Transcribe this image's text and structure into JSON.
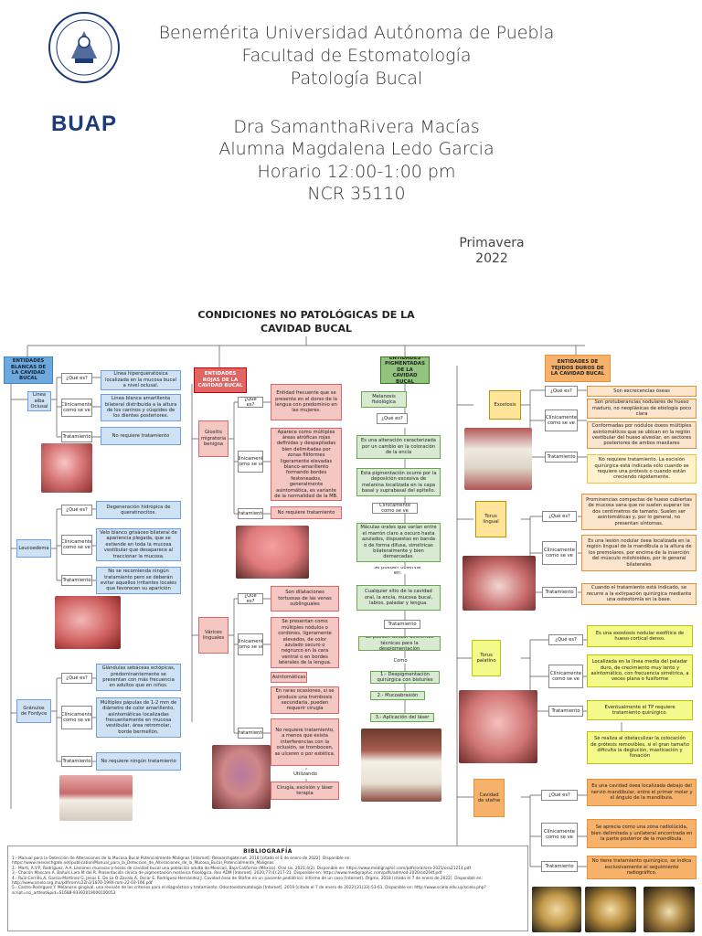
{
  "cover": {
    "logo_word": "BUAP",
    "university": "Benemérita Universidad Autónoma de Puebla",
    "faculty": "Facultad de Estomatología",
    "subject": "Patología Bucal",
    "teacher": "Dra SamanthaRivera Macías",
    "student": "Alumna Magdalena Ledo Garcia",
    "schedule": "Horario 12:00-1:00 pm",
    "ncr": "NCR 35110",
    "season": "Primavera",
    "year": "2022"
  },
  "map": {
    "title_line1": "CONDICIONES NO PATOLÓGICAS DE LA",
    "title_line2": "CAVIDAD BUCAL",
    "q_what": "¿Qué es?",
    "q_clinical": "Clínicamente como se ve",
    "q_treatment": "Tratamiento",
    "blue": {
      "header": "ENTIDADES BLANCAS DE LA CAVIDAD BUCAL",
      "linea_alba": {
        "name": "Línea alba Oclusal",
        "what": "Línea hiperqueratósica localizada en la mucosa bucal a nivel oclusal.",
        "clinical": "Línea blanca amarillenta bilateral distribuida a la altura de los caninos y cúspides de los dientes posteriores.",
        "treatment": "No requiere tratamiento"
      },
      "leucoedema": {
        "name": "Leucoedema",
        "what": "Degeneración hidrópica de queratinocitos.",
        "clinical": "Velo blanco grisáceo bilateral de apariencia plegada, que se extiende en toda la mucosa vestibular que desaparece al traccionar la mucosa.",
        "treatment": "No se recomienda ningún tratamiento pero se deberán evitar aquellos irritantes locales que favorecen su aparición"
      },
      "fordyce": {
        "name": "Gránulos de Fordyce",
        "what": "Glándulas sebáceas ectópicas, predominantemente se presentan con más frecuencia en adultos que en niños.",
        "clinical": "Múltiples pápulas de 1-2 mm de diámetro de color amarillento, asintomáticas localizadas frecuentemente en mucosa vestibular, área retromolar, borde bermellón.",
        "treatment": "No requiere ningún tratamiento"
      }
    },
    "red": {
      "header": "ENTIDADES ROJAS DE LA CAVIDAD BUCAL",
      "glositis": {
        "name": "Glositis migratoria benigna",
        "what": "Entidad frecuente que se presenta en el dorso de la lengua con predominio en las mujeres.",
        "clinical": "Aparece como múltiples áreas atróficas rojas definidas y despapiladas bien delimitadas por zonas filiformes ligeramente elevadas blanco-amarillento formando bordes festoneados, generalmente asintomática, es variante de la normalidad de la MB.",
        "treatment": "No requiere tratamiento"
      },
      "varices": {
        "name": "Várices linguales",
        "what": "Son dilataciones tortuosas de las venas sublinguales",
        "clinical": "Se presentan como múltiples nódulos o cordones, ligeramente elevados, de color azulado oscuro o negruzco en la cara ventral o en bordes laterales de la lengua.",
        "clinical2": "Asintomáticas",
        "clinical3": "En raras ocasiones, si se produce una trombosis secundaria, pueden requerir cirugía",
        "treatment": "No requiere tratamiento, a menos que exista interferencias con la oclusión, se trombocen, se ulceren o por estética.",
        "using": "Utilizando",
        "surgery": "Cirugía, escisión y láser terapia"
      }
    },
    "green": {
      "header": "ENTIDADES PIGMENTADAS DE LA CAVIDAD BUCAL",
      "name": "Melanosis fisiológica",
      "what": "Es una alteración caracterizada por un cambio en la coloración de la encía",
      "what2": "Esta pigmentación ocurre por la deposición excesiva de melanina localizada en la capa basal y suprabasal del epitelio.",
      "clinical": "Máculas orales que varían entre el marrón claro a oscuro hasta azulados, dispuestas en banda o de forma difusa, simétricas bilateralmente y bien demarcadas.",
      "observe": "Se pueden observar en:",
      "sites": "Cualquier sitio de la cavidad oral, la encía, mucosa bucal, labios, paladar y lengua.",
      "treatment": "Tratamiento",
      "options": "Se pueden utilizar diferentes técnicas para la despigmentación",
      "as": "Como",
      "t1": "1.- Despigmentación quirúrgica con bisturíes",
      "t2": "2.- Mucoabrasión",
      "t3": "3.- Aplicación del láser"
    },
    "orange": {
      "header": "ENTIDADES DE TEJIDOS DUROS DE LA CAVIDAD BUCAL",
      "exostosis": {
        "name": "Exostosis",
        "what": "Son excrecencias óseas",
        "clinical": "Son protuberancias nodulares de hueso maduro, no neoplásicas de etiología poco clara",
        "clinical2": "Conformadas por nódulos óseos múltiples asintomáticos que se ubican en la región vestibular del hueso alveolar, en sectores posteriores de ambos maxilares",
        "treatment": "No requiere tratamiento. La escisión quirúrgica está indicada sólo cuando se requiere una prótesis o cuando están creciendo rápidamente."
      },
      "torus_lingual": {
        "name": "Torus lingual",
        "what": "Prominencias compactas de hueso cubiertas de mucosa sana que no suelen superar los dos centímetros de tamaño. Suelen ser asintomáticas y, por lo general, no presentan síntomas.",
        "clinical": "Es una lesión nodular ósea localizada en la región lingual de la mandíbula a la altura de los premolares, por encima de la inserción del músculo milohioideo, por lo general bilaterales",
        "treatment": "Cuando el tratamiento está indicado, se recurre a la extirpación quirúrgica mediante una osteotomía en la base."
      },
      "torus_palatino": {
        "name": "Torus palatino",
        "what": "Es una exostosis nodular exofítica de hueso cortical denso.",
        "clinical": "Localizada en la línea media del paladar duro, de crecimiento muy lento y asintomático, con frecuencia simétrica, a veces plana o fusiforme",
        "treatment": "Eventualmente el TP requiere tratamiento quirúrgico.",
        "treatment2": "Se realiza al obstaculizar la colocación de prótesis removibles, si el gran tamaño dificulta la deglución, masticación y fonación"
      },
      "cavidad_stafne": {
        "name": "Cavidad de stafne",
        "what": "Es una cavidad ósea localizada debajo del nervio mandibular, entre el primer molar y el ángulo de la mandíbula.",
        "clinical": "Se aprecia como una zona radiolúcida, bien delimitada y unilateral encontrada en la parte posterior de la mandíbula.",
        "treatment": "No tiene tratamiento quirúrgico, se indica exclusivamente el seguimiento radiográfico."
      }
    },
    "bibliography": {
      "title": "BIBLIOGRAFÍA",
      "items": [
        "1.- Manual para la Detección de Alteraciones de la Mucosa Bucal Potencialmente Malignas [Internet]. Researchgate.net. 2018 [citado el 6 de enero de 2022]. Disponible en: https://www.researchgate.net/publication/Manual_para_la_Deteccion_de_Alteraciones_de_la_Mucosa_Bucal_Potencialmente_Malignas",
        "2.- Martí, A.V.P, Rodríguez, A.A. Lesiones mucosas y óseas de cavidad bucal una población adulta de Mexicali, Baja California (México). Oral sis. 2021;4(2). Disponible en: https://www.medigraphic.com/pdfs/oral/ora-2021/ora21214.pdf",
        "3.- Chacón Mascaro A. Bañuls Lara M del R. Presentación clínica de pigmentación melánica fisiológica. Rev ADM [Internet]. 2020;77(4):217-21. Disponible en: https://www.medigraphic.com/pdfs/adm/od-2020/od204f.pdf",
        "4.- Ruiz-Cerrillo A, García-Martínez G, Jesús E, De La O-Zavala A, Oscar E. Rodríguez-Hernández J. Cavidad ósea de Stafne en un paciente pediátrico: informe de un caso [Internet]. Orgmx. 2018 [citado el 7 de enero de 2022]. Disponible en: http://www.scielo.org.mx/pdf/rom/v22n3/1870-199X-rom-22-03-166.pdf",
        "5.- Castro-Rodríguez Y. Melanosis gingival, una revisión de los criterios para el diagnóstico y tratamiento. Odontoestomatología [Internet]. 2019 [citado el 7 de enero de 2022];21(33):53-61. Disponible en: http://www.scielo.edu.uy/scielo.php?script=sci_arttext&pid=S1688-93392019000100053"
      ]
    }
  }
}
